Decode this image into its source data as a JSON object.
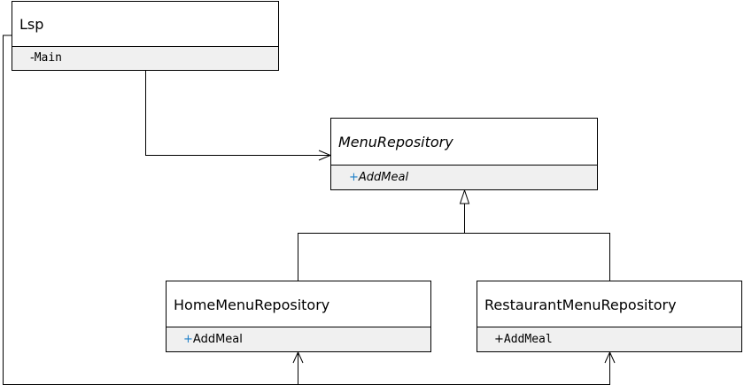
{
  "classes": {
    "lsp": {
      "name": "Lsp",
      "abstract": false,
      "members": [
        {
          "visibility": "-",
          "name": "Main"
        }
      ]
    },
    "menu_repository": {
      "name": "MenuRepository",
      "abstract": true,
      "members": [
        {
          "visibility": "+",
          "name": "AddMeal"
        }
      ]
    },
    "home_menu_repository": {
      "name": "HomeMenuRepository",
      "abstract": false,
      "members": [
        {
          "visibility": "+",
          "name": "AddMeal"
        }
      ]
    },
    "restaurant_menu_repository": {
      "name": "RestaurantMenuRepository",
      "abstract": false,
      "members": [
        {
          "visibility": "+",
          "name": "AddMeal"
        }
      ]
    }
  },
  "relationships": [
    {
      "type": "association",
      "from": "Lsp",
      "to": "MenuRepository"
    },
    {
      "type": "generalization",
      "from": "HomeMenuRepository",
      "to": "MenuRepository"
    },
    {
      "type": "generalization",
      "from": "RestaurantMenuRepository",
      "to": "MenuRepository"
    },
    {
      "type": "association",
      "from": "Lsp",
      "to": "HomeMenuRepository"
    },
    {
      "type": "association",
      "from": "Lsp",
      "to": "RestaurantMenuRepository"
    }
  ],
  "colors": {
    "line": "#000000",
    "compartment_fill": "#f0f0f0",
    "public_visibility": "#1e7fc8"
  }
}
